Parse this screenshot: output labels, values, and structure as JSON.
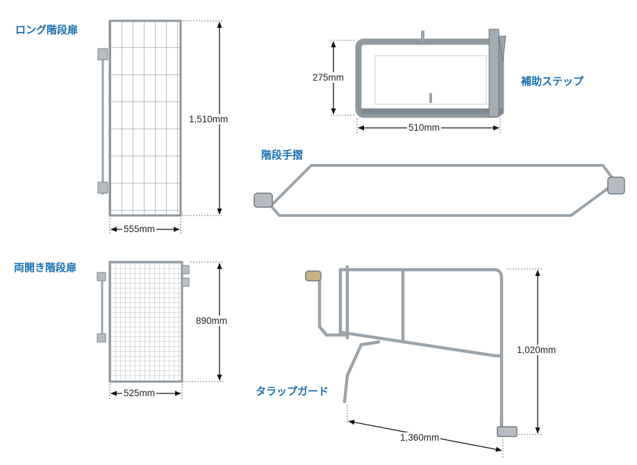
{
  "products": [
    {
      "title": "ロング階段扉",
      "dims": [
        "1,510mm",
        "555mm"
      ]
    },
    {
      "title": "補助ステップ",
      "dims": [
        "275mm",
        "510mm"
      ]
    },
    {
      "title": "階段手摺",
      "dims": []
    },
    {
      "title": "両開き階段扉",
      "dims": [
        "890mm",
        "525mm"
      ]
    },
    {
      "title": "タラップガード",
      "dims": [
        "1,020mm",
        "1,360mm"
      ]
    }
  ],
  "colors": {
    "title": "#1a6fb0",
    "metal": "#9aa3aa",
    "metal_dark": "#6f7880"
  },
  "icons": [
    "dimension-arrow",
    "metal-frame"
  ]
}
